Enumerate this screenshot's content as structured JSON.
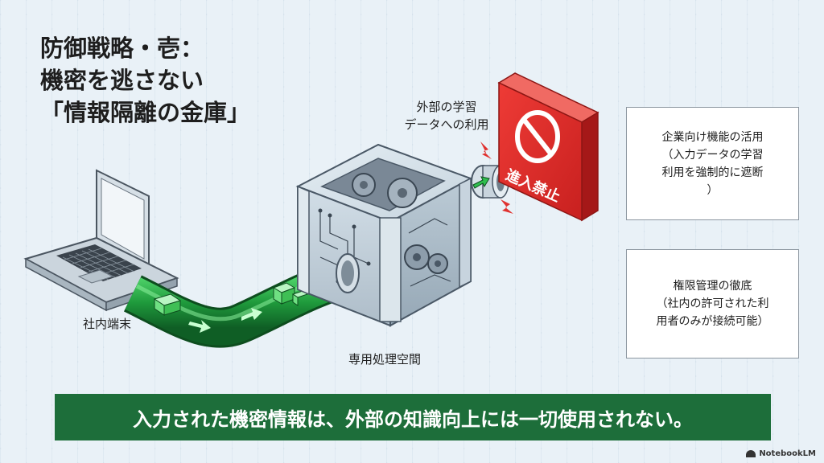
{
  "title": {
    "line1": "防御戦略・壱：",
    "line2": "機密を逃さない",
    "line3": "「情報隔離の金庫」"
  },
  "labels": {
    "external_use_line1": "外部の学習",
    "external_use_line2": "データへの利用",
    "terminal": "社内端末",
    "processing_space": "専用処理空間"
  },
  "stop_sign": {
    "text": "進入禁止",
    "color": "#e0312f"
  },
  "side_boxes": [
    {
      "lines": [
        "企業向け機能の活用",
        "（入力データの学習",
        "利用を強制的に遮断",
        "）"
      ]
    },
    {
      "lines": [
        "権限管理の徹底",
        "（社内の許可された利",
        "用者のみが接続可能）"
      ]
    }
  ],
  "banner": {
    "text": "入力された機密情報は、外部の知識向上には一切使用されない。",
    "color": "#1d6e3a"
  },
  "brand": {
    "text": "NotebookLM"
  },
  "icons": [
    "laptop-icon",
    "data-pipe-icon",
    "vault-cube-icon",
    "no-entry-icon",
    "lightning-icon"
  ]
}
